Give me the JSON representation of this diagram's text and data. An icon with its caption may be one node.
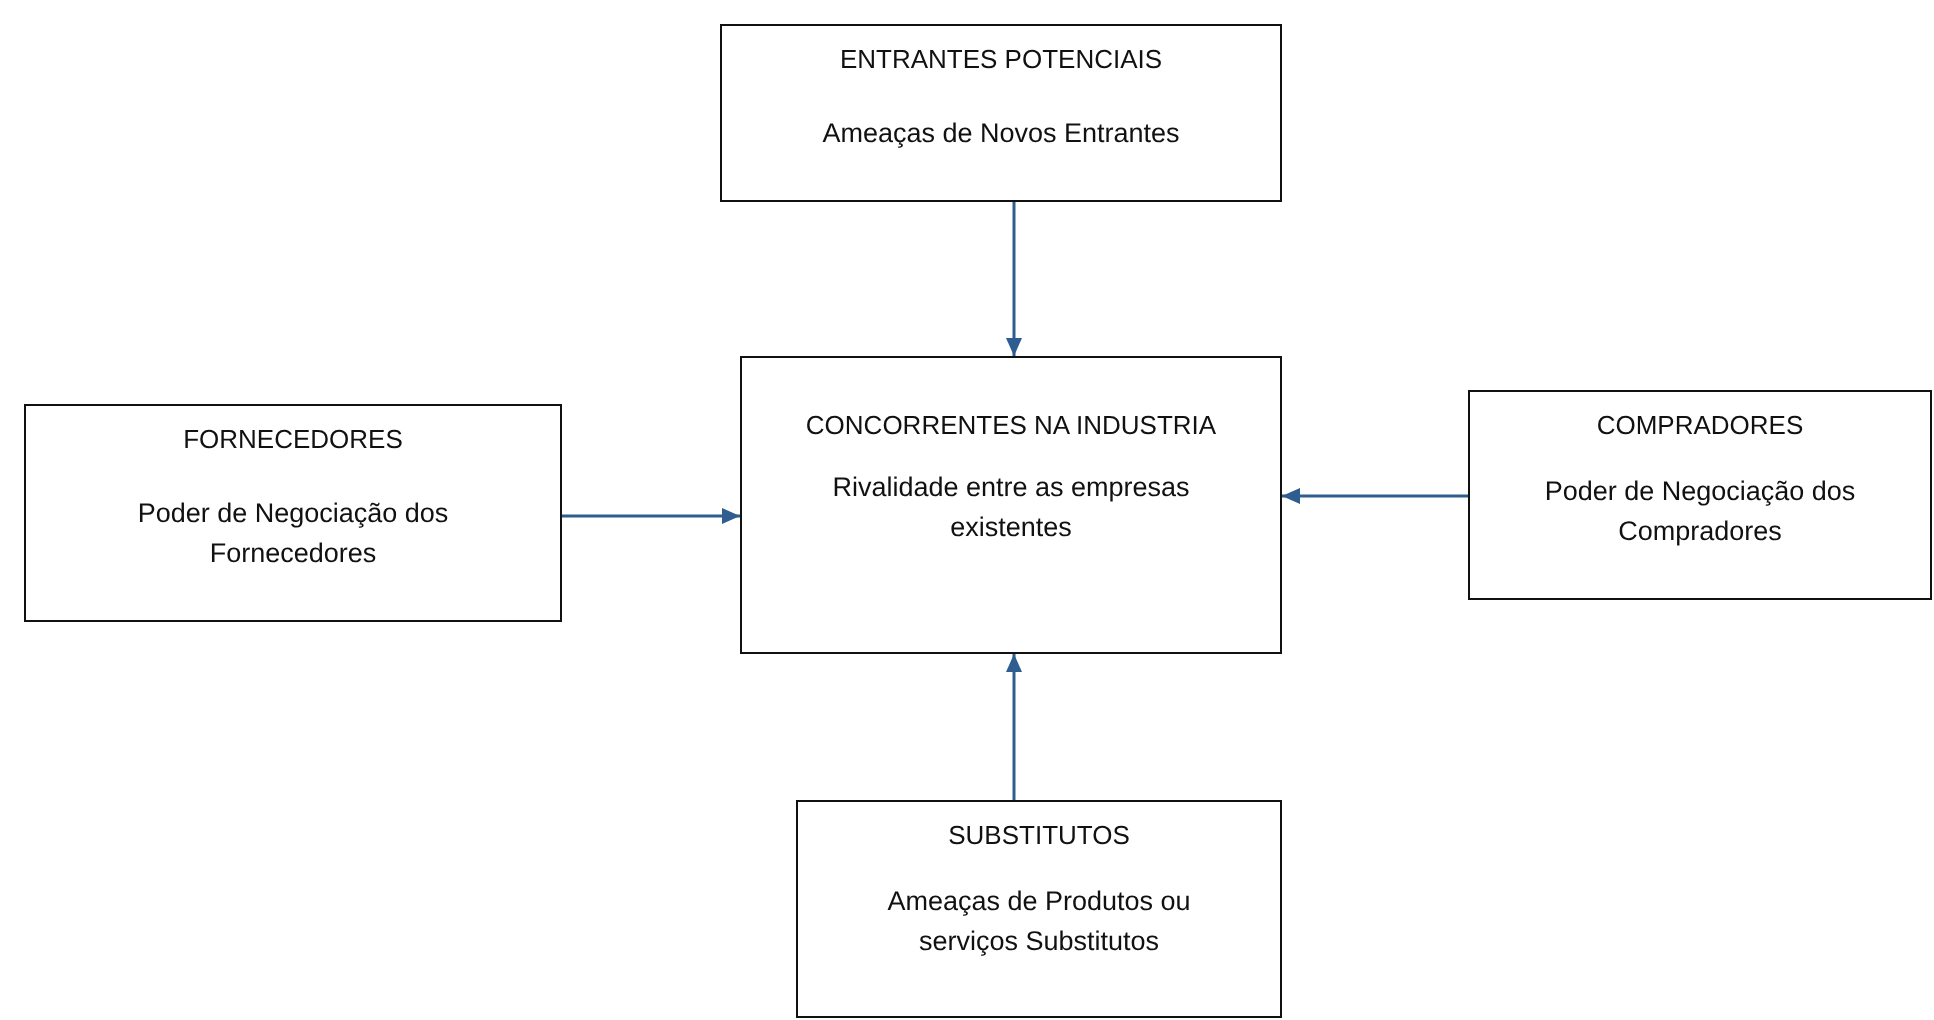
{
  "diagram": {
    "nodes": [
      {
        "text": [
          "ENTRANTES POTENCIAIS",
          "Ameaças de Novos Entrantes"
        ]
      },
      {
        "text": [
          "FORNECEDORES",
          "Poder de Negociação dos Fornecedores"
        ]
      },
      {
        "text": [
          "CONCORRENTES NA INDUSTRIA",
          "Rivalidade entre as empresas existentes"
        ]
      },
      {
        "text": [
          "COMPRADORES",
          "Poder de Negociação dos Compradores"
        ]
      },
      {
        "text": [
          "SUBSTITUTOS",
          "Ameaças de Produtos ou serviços Substitutos"
        ]
      }
    ],
    "edges": [
      {
        "from": 0,
        "to": 2,
        "arrow": "to"
      },
      {
        "from": 1,
        "to": 2,
        "arrow": "to"
      },
      {
        "from": 3,
        "to": 2,
        "arrow": "to"
      },
      {
        "from": 4,
        "to": 2,
        "arrow": "to"
      }
    ]
  }
}
